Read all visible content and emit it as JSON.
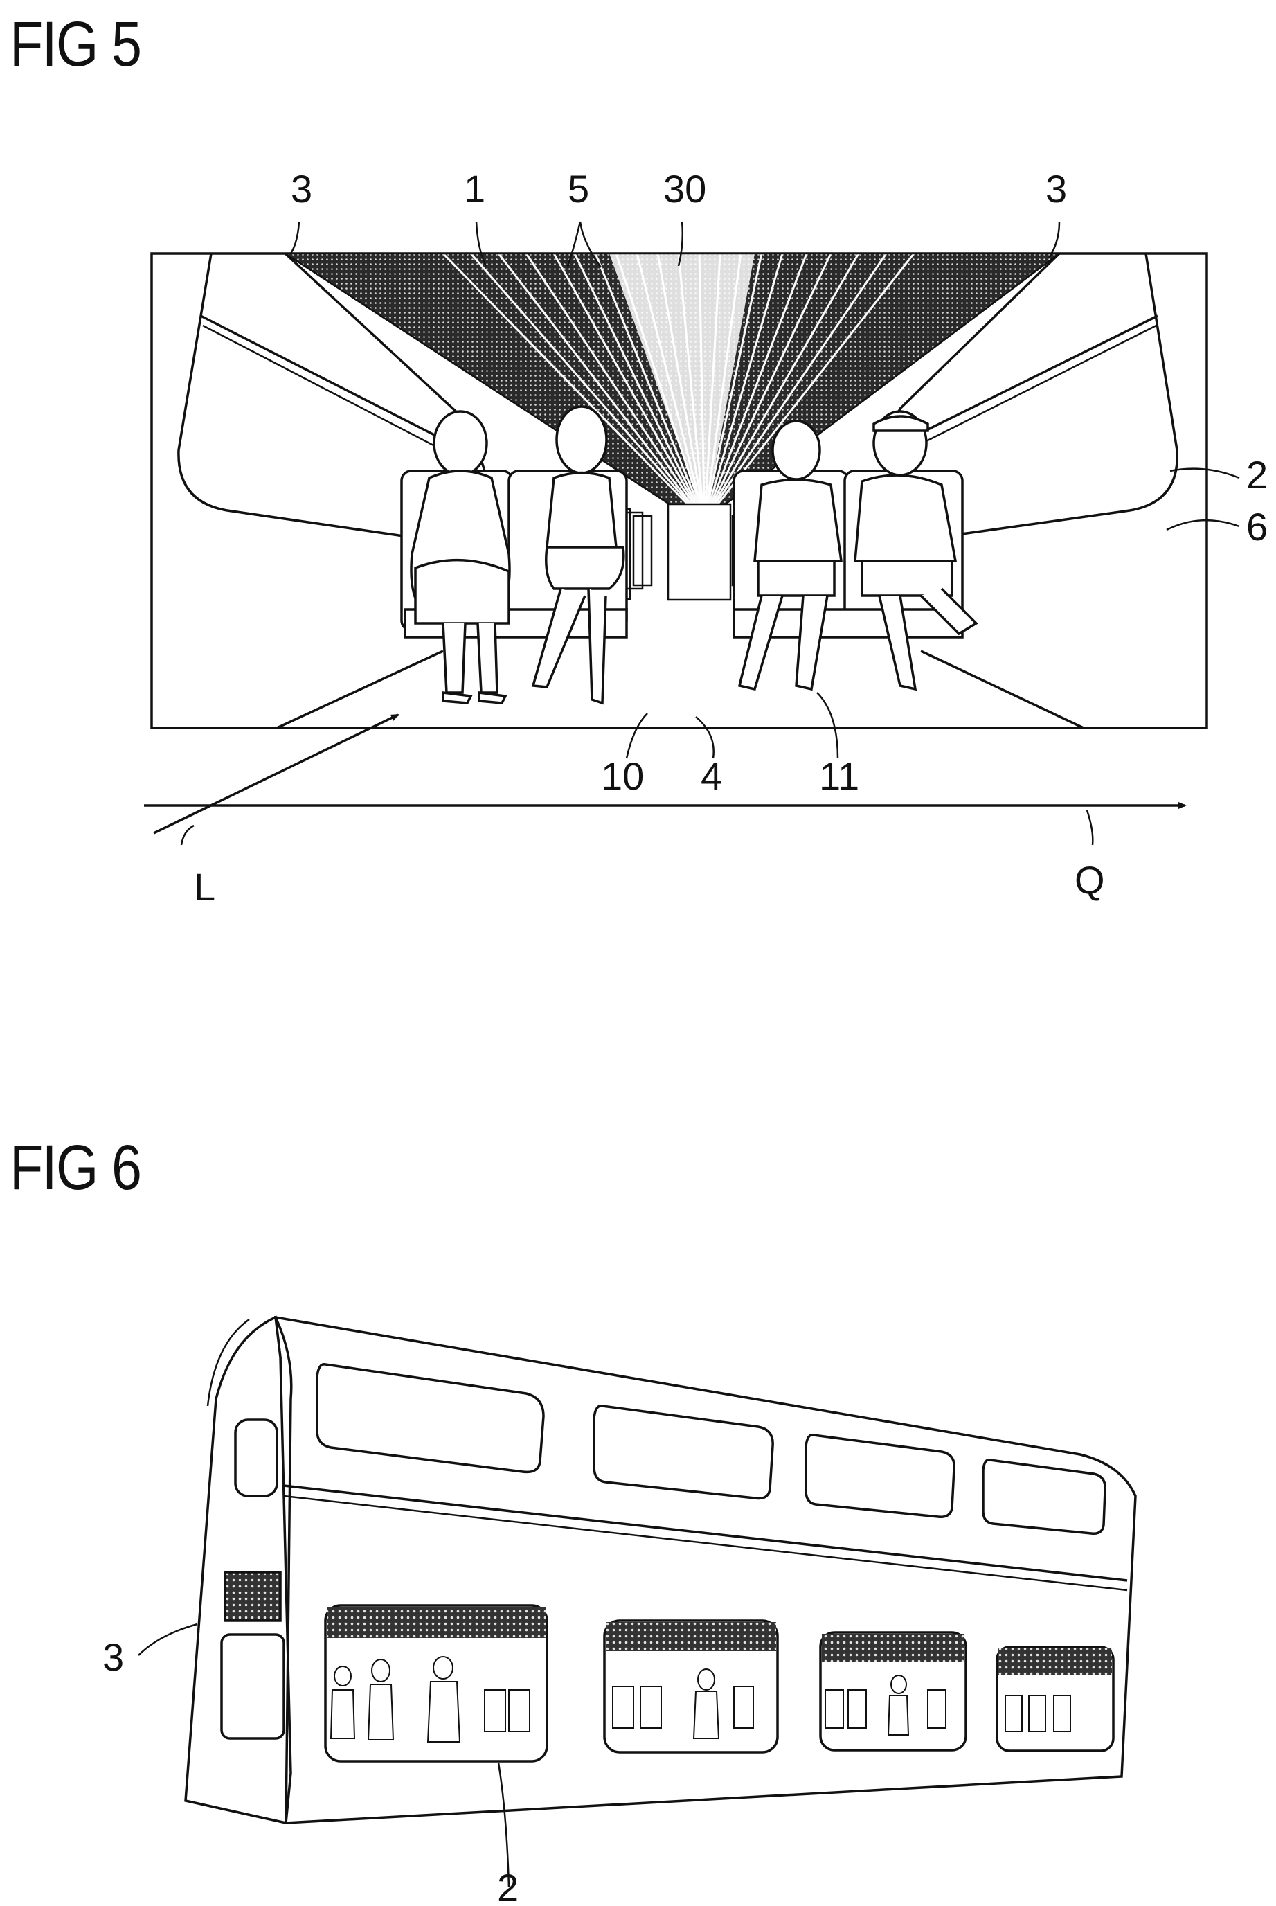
{
  "fig5": {
    "title": "FIG 5",
    "labels": {
      "ref3_left": "3",
      "ref1": "1",
      "ref5": "5",
      "ref30": "30",
      "ref3_right": "3",
      "ref2": "2",
      "ref6": "6",
      "ref10": "10",
      "ref4": "4",
      "ref11": "11",
      "axisL": "L",
      "axisQ": "Q"
    }
  },
  "fig6": {
    "title": "FIG 6",
    "labels": {
      "ref3": "3",
      "ref2": "2"
    }
  }
}
